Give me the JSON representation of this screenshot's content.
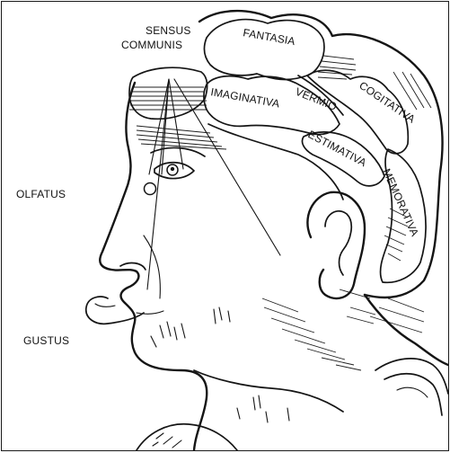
{
  "labels": {
    "sensus": "SENSUS",
    "communis": "COMMUNIS",
    "fantasia": "FANTASIA",
    "cogitativa": "COGITATIVA",
    "vermio": "VERMIO",
    "imaginativa": "IMAGINATIVA",
    "estimativa": "ESTIMATIVA",
    "memorativa": "MEMORATIVA",
    "olfatus": "OLFATUS",
    "gustus": "GUSTUS"
  },
  "colors": {
    "ink": "#151515",
    "paper": "#ffffff"
  }
}
